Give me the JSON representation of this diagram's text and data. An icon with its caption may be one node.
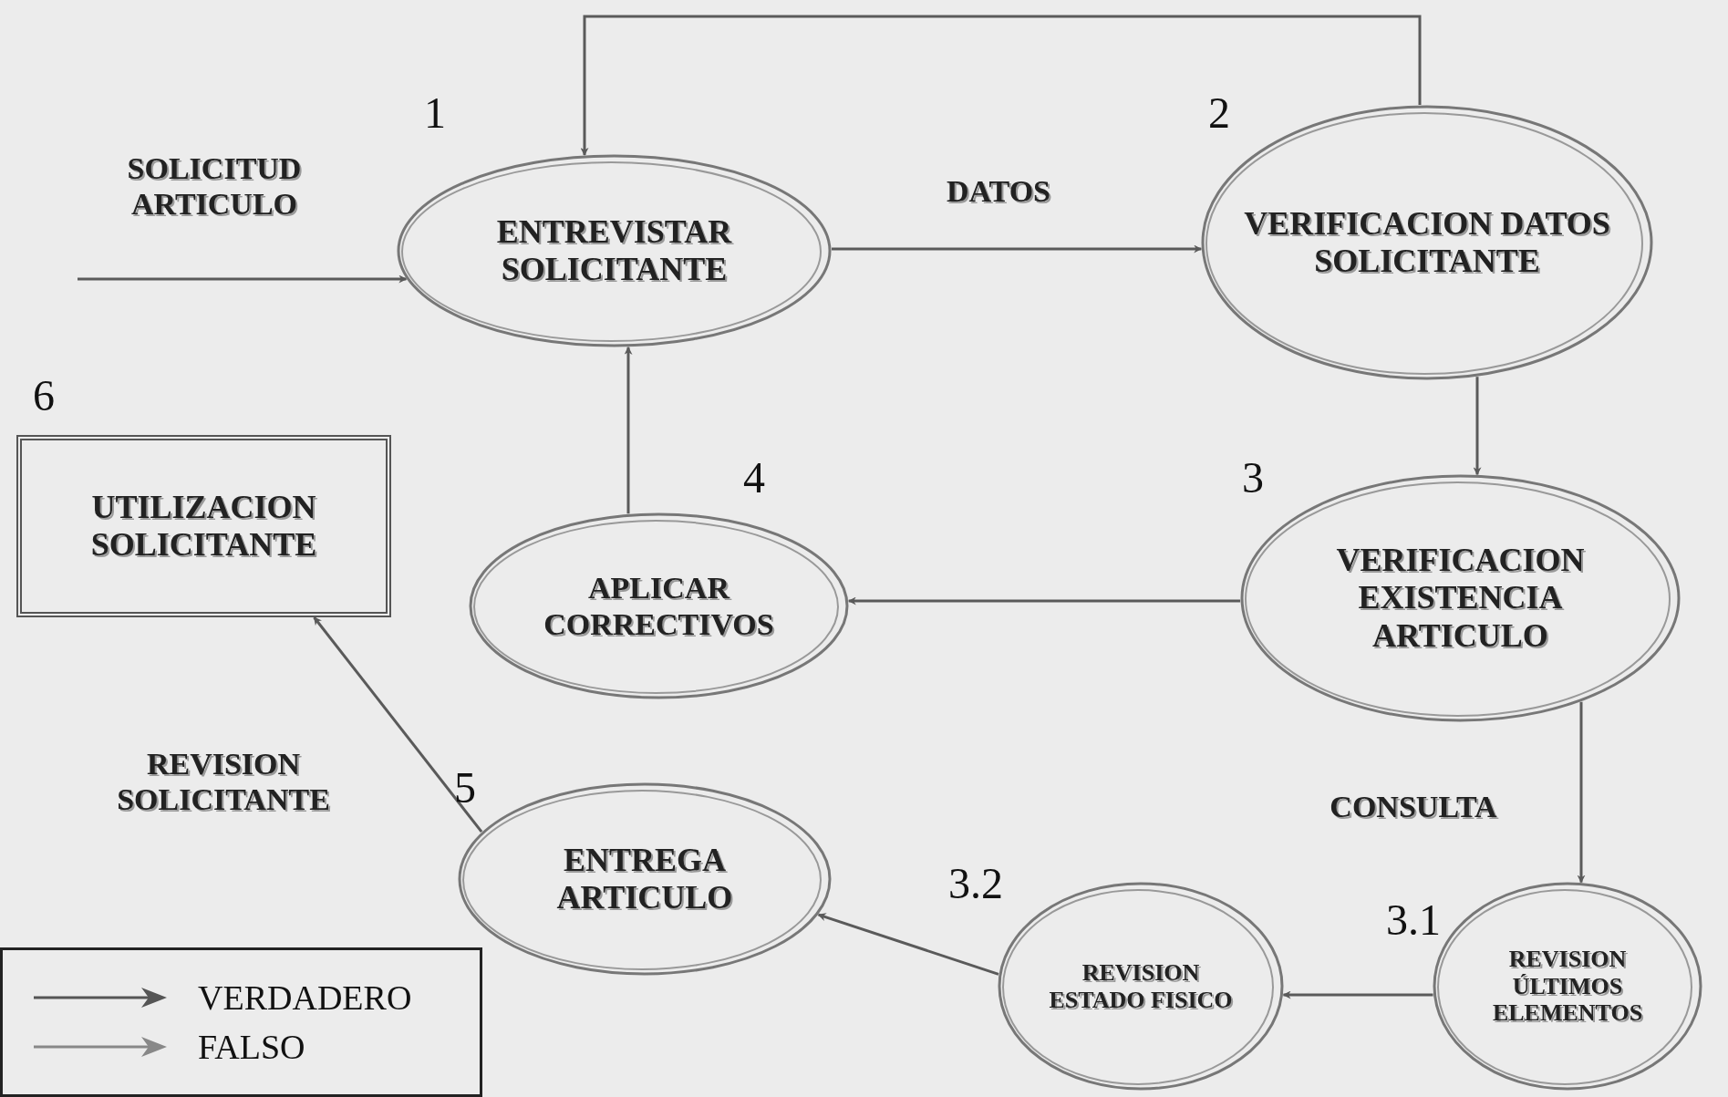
{
  "diagram": {
    "nodes": [
      {
        "text": [
          "ENTREVISTAR SOLICITANTE"
        ],
        "beside": [
          "1"
        ]
      },
      {
        "text": [
          "VERIFICACION DATOS SOLICITANTE"
        ],
        "beside": [
          "2"
        ]
      },
      {
        "text": [
          "UTILIZACION SOLICITANTE"
        ],
        "beside": [
          "6"
        ]
      },
      {
        "text": [
          "APLICAR CORRECTIVOS"
        ],
        "beside": [
          "4"
        ]
      },
      {
        "text": [
          "VERIFICACION EXISTENCIA ARTICULO"
        ],
        "beside": [
          "3"
        ]
      },
      {
        "text": [
          "ENTREGA ARTICULO"
        ],
        "beside": [
          "5"
        ]
      },
      {
        "text": [
          "REVISION ESTADO FISICO"
        ],
        "beside": [
          "3.2"
        ]
      },
      {
        "text": [
          "REVISION ÚLTIMOS ELEMENTOS"
        ],
        "beside": [
          "3.1"
        ]
      }
    ],
    "edges": [
      {
        "from": null,
        "to": 0,
        "arrow": "to",
        "label": "SOLICITUD ARTICULO"
      },
      {
        "from": 0,
        "to": 1,
        "arrow": "to",
        "label": "DATOS"
      },
      {
        "from": 1,
        "to": 0,
        "arrow": "to"
      },
      {
        "from": 1,
        "to": 4,
        "arrow": "to"
      },
      {
        "from": 4,
        "to": 3,
        "arrow": "to"
      },
      {
        "from": 3,
        "to": 0,
        "arrow": "to"
      },
      {
        "from": 4,
        "to": 7,
        "arrow": "to",
        "label": "CONSULTA"
      },
      {
        "from": 7,
        "to": 6,
        "arrow": "to"
      },
      {
        "from": 6,
        "to": 5,
        "arrow": "to"
      },
      {
        "from": 5,
        "to": 2,
        "arrow": "to",
        "label": "REVISION SOLICITANTE"
      }
    ],
    "legend": [
      {
        "text": "VERDADERO"
      },
      {
        "text": "FALSO"
      }
    ]
  }
}
